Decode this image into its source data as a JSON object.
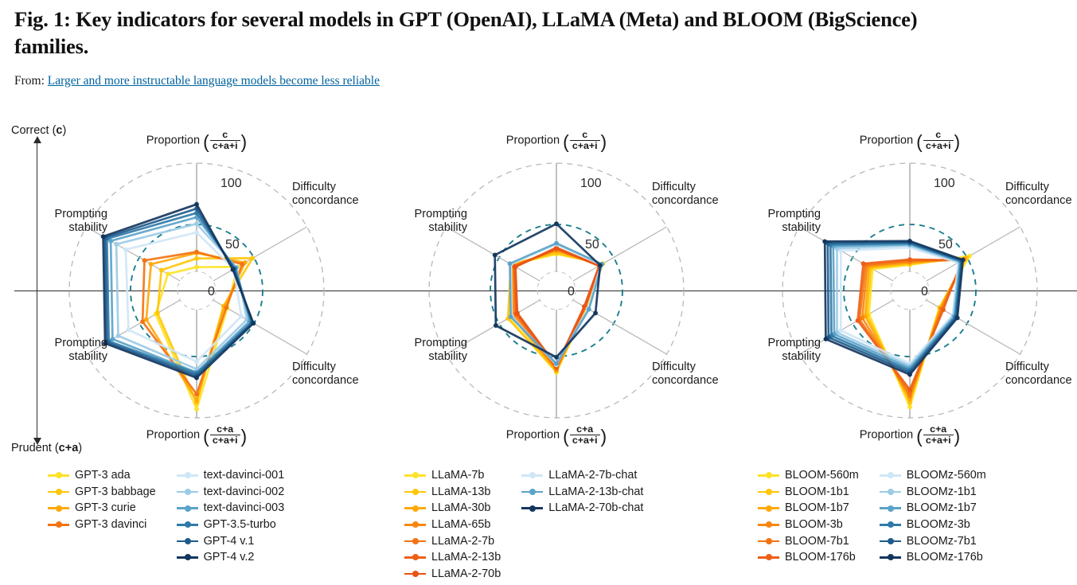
{
  "header": {
    "title": "Fig. 1: Key indicators for several models in GPT (OpenAI), LLaMA (Meta) and BLOOM (BigScience) families.",
    "source_prefix": "From:",
    "source_link": "Larger and more instructable language models become less reliable"
  },
  "vertical_axis": {
    "top_label_text": "Correct (",
    "top_label_bold": "c",
    "top_label_tail": ")",
    "bottom_label_text": "Prudent (",
    "bottom_label_bold": "c+a",
    "bottom_label_tail": ")"
  },
  "radial_ticks": [
    "0%",
    "50%",
    "100%"
  ],
  "axis_names": {
    "top_proportion_num": "c",
    "top_proportion_den": "c+a+i",
    "bottom_proportion_num": "c+a",
    "bottom_proportion_den": "c+a+i",
    "proportion_word": "Proportion",
    "difficulty": "Difficulty",
    "concordance": "concordance",
    "prompting": "Prompting",
    "stability": "stability"
  },
  "colors": {
    "warm": [
      "#ffe229",
      "#ffc709",
      "#ffa90a",
      "#f8860e",
      "#f37312",
      "#ee5f16"
    ],
    "cool": [
      "#cfe6f7",
      "#9ccbe6",
      "#5ba3c9",
      "#2f7aa8",
      "#1e5b8c",
      "#14365e"
    ],
    "ring_mid": "#1b7f8e",
    "ring_outer": "#b9b9b9",
    "link": "#00639e",
    "axis": "#2b2b2b"
  },
  "chart_data": {
    "type": "radar",
    "title": "Key indicators for several models in GPT (OpenAI), LLaMA (Meta) and BLOOM (BigScience) families.",
    "rlim": [
      0,
      100
    ],
    "rticks": [
      0,
      50,
      100
    ],
    "grid": true,
    "legend_position": "bottom",
    "axes": [
      {
        "id": "correct_proportion",
        "angle": 90,
        "label": "Proportion (c / c+a+i)"
      },
      {
        "id": "correct_difficulty",
        "angle": 30,
        "label": "Difficulty concordance"
      },
      {
        "id": "correct_prompting",
        "angle": 150,
        "label": "Prompting stability"
      },
      {
        "id": "prudent_proportion",
        "angle": -90,
        "label": "Proportion (c+a / c+a+i)"
      },
      {
        "id": "prudent_difficulty",
        "angle": -30,
        "label": "Difficulty concordance"
      },
      {
        "id": "prudent_prompting",
        "angle": -150,
        "label": "Prompting stability"
      }
    ],
    "panels": [
      {
        "family": "GPT",
        "series": [
          {
            "name": "GPT-3 ada",
            "color": "#ffe229",
            "values": {
              "correct_proportion": 4,
              "correct_difficulty": 26,
              "prudent_difficulty": 15,
              "prudent_proportion": 92,
              "prudent_prompting": 26,
              "correct_prompting": 13
            }
          },
          {
            "name": "GPT-3 babbage",
            "color": "#ffc709",
            "values": {
              "correct_proportion": 12,
              "correct_difficulty": 42,
              "prudent_difficulty": 11,
              "prudent_proportion": 86,
              "prudent_prompting": 24,
              "correct_prompting": 20
            }
          },
          {
            "name": "GPT-3 curie",
            "color": "#ffa90a",
            "values": {
              "correct_proportion": 17,
              "correct_difficulty": 34,
              "prudent_difficulty": 12,
              "prudent_proportion": 84,
              "prudent_prompting": 36,
              "correct_prompting": 31
            }
          },
          {
            "name": "GPT-3 davinci",
            "color": "#f37312",
            "values": {
              "correct_proportion": 18,
              "correct_difficulty": 31,
              "prudent_difficulty": 14,
              "prudent_proportion": 78,
              "prudent_prompting": 40,
              "correct_prompting": 38
            }
          },
          {
            "name": "text-davinci-001",
            "color": "#cfe6f7",
            "values": {
              "correct_proportion": 36,
              "correct_difficulty": 22,
              "prudent_difficulty": 30,
              "prudent_proportion": 48,
              "prudent_prompting": 55,
              "correct_prompting": 58
            }
          },
          {
            "name": "text-davinci-002",
            "color": "#9ccbe6",
            "values": {
              "correct_proportion": 44,
              "correct_difficulty": 25,
              "prudent_difficulty": 36,
              "prudent_proportion": 55,
              "prudent_prompting": 66,
              "correct_prompting": 68
            }
          },
          {
            "name": "text-davinci-003",
            "color": "#5ba3c9",
            "values": {
              "correct_proportion": 50,
              "correct_difficulty": 24,
              "prudent_difficulty": 39,
              "prudent_proportion": 58,
              "prudent_prompting": 72,
              "correct_prompting": 74
            }
          },
          {
            "name": "GPT-3.5-turbo",
            "color": "#2f7aa8",
            "values": {
              "correct_proportion": 54,
              "correct_difficulty": 23,
              "prudent_difficulty": 41,
              "prudent_proportion": 59,
              "prudent_prompting": 76,
              "correct_prompting": 78
            }
          },
          {
            "name": "GPT-4 v.1",
            "color": "#1e5b8c",
            "values": {
              "correct_proportion": 58,
              "correct_difficulty": 22,
              "prudent_difficulty": 42,
              "prudent_proportion": 61,
              "prudent_prompting": 78,
              "correct_prompting": 80
            }
          },
          {
            "name": "GPT-4 v.2",
            "color": "#14365e",
            "values": {
              "correct_proportion": 62,
              "correct_difficulty": 21,
              "prudent_difficulty": 43,
              "prudent_proportion": 63,
              "prudent_prompting": 80,
              "correct_prompting": 82
            }
          }
        ]
      },
      {
        "family": "LLaMA",
        "series": [
          {
            "name": "LLaMA-7b",
            "color": "#ffe229",
            "values": {
              "correct_proportion": 16,
              "correct_difficulty": 32,
              "prudent_difficulty": 14,
              "prudent_proportion": 58,
              "prudent_prompting": 33,
              "correct_prompting": 30
            }
          },
          {
            "name": "LLaMA-13b",
            "color": "#ffc709",
            "values": {
              "correct_proportion": 17,
              "correct_difficulty": 31,
              "prudent_difficulty": 14,
              "prudent_proportion": 57,
              "prudent_prompting": 34,
              "correct_prompting": 31
            }
          },
          {
            "name": "LLaMA-30b",
            "color": "#ffa90a",
            "values": {
              "correct_proportion": 19,
              "correct_difficulty": 30,
              "prudent_difficulty": 13,
              "prudent_proportion": 56,
              "prudent_prompting": 30,
              "correct_prompting": 29
            }
          },
          {
            "name": "LLaMA-65b",
            "color": "#f8860e",
            "values": {
              "correct_proportion": 20,
              "correct_difficulty": 29,
              "prudent_difficulty": 13,
              "prudent_proportion": 55,
              "prudent_prompting": 28,
              "correct_prompting": 28
            }
          },
          {
            "name": "LLaMA-2-7b",
            "color": "#f37312",
            "values": {
              "correct_proportion": 21,
              "correct_difficulty": 28,
              "prudent_difficulty": 13,
              "prudent_proportion": 54,
              "prudent_prompting": 26,
              "correct_prompting": 27
            }
          },
          {
            "name": "LLaMA-2-13b",
            "color": "#ee5f16",
            "values": {
              "correct_proportion": 21,
              "correct_difficulty": 28,
              "prudent_difficulty": 13,
              "prudent_proportion": 53,
              "prudent_prompting": 25,
              "correct_prompting": 27
            }
          },
          {
            "name": "LLaMA-2-70b",
            "color": "#e85412",
            "values": {
              "correct_proportion": 22,
              "correct_difficulty": 28,
              "prudent_difficulty": 12,
              "prudent_proportion": 52,
              "prudent_prompting": 24,
              "correct_prompting": 26
            }
          },
          {
            "name": "LLaMA-2-7b-chat",
            "color": "#cfe6f7",
            "values": {
              "correct_proportion": 25,
              "correct_difficulty": 30,
              "prudent_difficulty": 16,
              "prudent_proportion": 51,
              "prudent_prompting": 30,
              "correct_prompting": 31
            }
          },
          {
            "name": "LLaMA-2-13b-chat",
            "color": "#5ba3c9",
            "values": {
              "correct_proportion": 26,
              "correct_difficulty": 31,
              "prudent_difficulty": 17,
              "prudent_proportion": 50,
              "prudent_prompting": 31,
              "correct_prompting": 32
            }
          },
          {
            "name": "LLaMA-2-70b-chat",
            "color": "#14365e",
            "values": {
              "correct_proportion": 44,
              "correct_difficulty": 29,
              "prudent_difficulty": 24,
              "prudent_proportion": 44,
              "prudent_prompting": 47,
              "correct_prompting": 48
            }
          }
        ]
      },
      {
        "family": "BLOOM",
        "series": [
          {
            "name": "BLOOM-560m",
            "color": "#ffe229",
            "values": {
              "correct_proportion": 6,
              "correct_difficulty": 46,
              "prudent_difficulty": 14,
              "prudent_proportion": 90,
              "prudent_prompting": 26,
              "correct_prompting": 22
            }
          },
          {
            "name": "BLOOM-1b1",
            "color": "#ffc709",
            "values": {
              "correct_proportion": 7,
              "correct_difficulty": 43,
              "prudent_difficulty": 14,
              "prudent_proportion": 86,
              "prudent_prompting": 28,
              "correct_prompting": 24
            }
          },
          {
            "name": "BLOOM-1b7",
            "color": "#ffa90a",
            "values": {
              "correct_proportion": 8,
              "correct_difficulty": 41,
              "prudent_difficulty": 15,
              "prudent_proportion": 83,
              "prudent_prompting": 30,
              "correct_prompting": 26
            }
          },
          {
            "name": "BLOOM-3b",
            "color": "#f8860e",
            "values": {
              "correct_proportion": 9,
              "correct_difficulty": 40,
              "prudent_difficulty": 16,
              "prudent_proportion": 80,
              "prudent_prompting": 33,
              "correct_prompting": 28
            }
          },
          {
            "name": "BLOOM-7b1",
            "color": "#f37312",
            "values": {
              "correct_proportion": 10,
              "correct_difficulty": 39,
              "prudent_difficulty": 17,
              "prudent_proportion": 77,
              "prudent_prompting": 36,
              "correct_prompting": 30
            }
          },
          {
            "name": "BLOOM-176b",
            "color": "#ee5f16",
            "values": {
              "correct_proportion": 11,
              "correct_difficulty": 38,
              "prudent_difficulty": 18,
              "prudent_proportion": 74,
              "prudent_prompting": 38,
              "correct_prompting": 32
            }
          },
          {
            "name": "BLOOMz-560m",
            "color": "#cfe6f7",
            "values": {
              "correct_proportion": 22,
              "correct_difficulty": 34,
              "prudent_difficulty": 28,
              "prudent_proportion": 50,
              "prudent_prompting": 56,
              "correct_prompting": 56
            }
          },
          {
            "name": "BLOOMz-1b1",
            "color": "#9ccbe6",
            "values": {
              "correct_proportion": 24,
              "correct_difficulty": 35,
              "prudent_difficulty": 29,
              "prudent_proportion": 52,
              "prudent_prompting": 60,
              "correct_prompting": 60
            }
          },
          {
            "name": "BLOOMz-1b7",
            "color": "#5ba3c9",
            "values": {
              "correct_proportion": 25,
              "correct_difficulty": 36,
              "prudent_difficulty": 30,
              "prudent_proportion": 54,
              "prudent_prompting": 63,
              "correct_prompting": 64
            }
          },
          {
            "name": "BLOOMz-3b",
            "color": "#2f7aa8",
            "values": {
              "correct_proportion": 26,
              "correct_difficulty": 37,
              "prudent_difficulty": 31,
              "prudent_proportion": 56,
              "prudent_prompting": 66,
              "correct_prompting": 67
            }
          },
          {
            "name": "BLOOMz-7b1",
            "color": "#1e5b8c",
            "values": {
              "correct_proportion": 27,
              "correct_difficulty": 38,
              "prudent_difficulty": 32,
              "prudent_proportion": 58,
              "prudent_prompting": 69,
              "correct_prompting": 70
            }
          },
          {
            "name": "BLOOMz-176b",
            "color": "#14365e",
            "values": {
              "correct_proportion": 28,
              "correct_difficulty": 39,
              "prudent_difficulty": 33,
              "prudent_proportion": 60,
              "prudent_prompting": 72,
              "correct_prompting": 73
            }
          }
        ]
      }
    ]
  },
  "legends": [
    {
      "family": "GPT",
      "columns": [
        [
          {
            "label": "GPT-3 ada",
            "color": "#ffe229"
          },
          {
            "label": "GPT-3 babbage",
            "color": "#ffc709"
          },
          {
            "label": "GPT-3 curie",
            "color": "#ffa90a"
          },
          {
            "label": "GPT-3 davinci",
            "color": "#f37312"
          }
        ],
        [
          {
            "label": "text-davinci-001",
            "color": "#cfe6f7"
          },
          {
            "label": "text-davinci-002",
            "color": "#9ccbe6"
          },
          {
            "label": "text-davinci-003",
            "color": "#5ba3c9"
          },
          {
            "label": "GPT-3.5-turbo",
            "color": "#2f7aa8"
          },
          {
            "label": "GPT-4 v.1",
            "color": "#1e5b8c"
          },
          {
            "label": "GPT-4 v.2",
            "color": "#14365e"
          }
        ]
      ]
    },
    {
      "family": "LLaMA",
      "columns": [
        [
          {
            "label": "LLaMA-7b",
            "color": "#ffe229"
          },
          {
            "label": "LLaMA-13b",
            "color": "#ffc709"
          },
          {
            "label": "LLaMA-30b",
            "color": "#ffa90a"
          },
          {
            "label": "LLaMA-65b",
            "color": "#f8860e"
          },
          {
            "label": "LLaMA-2-7b",
            "color": "#f37312"
          },
          {
            "label": "LLaMA-2-13b",
            "color": "#ee5f16"
          },
          {
            "label": "LLaMA-2-70b",
            "color": "#e85412"
          }
        ],
        [
          {
            "label": "LLaMA-2-7b-chat",
            "color": "#cfe6f7"
          },
          {
            "label": "LLaMA-2-13b-chat",
            "color": "#5ba3c9"
          },
          {
            "label": "LLaMA-2-70b-chat",
            "color": "#14365e"
          }
        ]
      ]
    },
    {
      "family": "BLOOM",
      "columns": [
        [
          {
            "label": "BLOOM-560m",
            "color": "#ffe229"
          },
          {
            "label": "BLOOM-1b1",
            "color": "#ffc709"
          },
          {
            "label": "BLOOM-1b7",
            "color": "#ffa90a"
          },
          {
            "label": "BLOOM-3b",
            "color": "#f8860e"
          },
          {
            "label": "BLOOM-7b1",
            "color": "#f37312"
          },
          {
            "label": "BLOOM-176b",
            "color": "#ee5f16"
          }
        ],
        [
          {
            "label": "BLOOMz-560m",
            "color": "#cfe6f7"
          },
          {
            "label": "BLOOMz-1b1",
            "color": "#9ccbe6"
          },
          {
            "label": "BLOOMz-1b7",
            "color": "#5ba3c9"
          },
          {
            "label": "BLOOMz-3b",
            "color": "#2f7aa8"
          },
          {
            "label": "BLOOMz-7b1",
            "color": "#1e5b8c"
          },
          {
            "label": "BLOOMz-176b",
            "color": "#14365e"
          }
        ]
      ]
    }
  ]
}
